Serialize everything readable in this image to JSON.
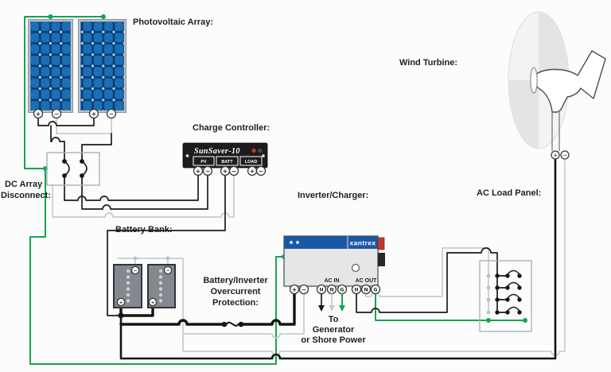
{
  "labels": {
    "pv_array": "Photovoltaic Array:",
    "charge_controller": "Charge Controller:",
    "dc_disconnect_1": "DC Array",
    "dc_disconnect_2": "Disconnect:",
    "battery_bank": "Battery Bank:",
    "protection_1": "Battery/Inverter",
    "protection_2": "Overcurrent",
    "protection_3": "Protection:",
    "inverter_charger": "Inverter/Charger:",
    "wind_turbine": "Wind Turbine:",
    "ac_load_panel": "AC Load Panel:",
    "gen_1": "To",
    "gen_2": "Generator",
    "gen_3": "or Shore Power"
  },
  "controller": {
    "model": "SunSaver-10",
    "ports": [
      "PV",
      "BATT",
      "LOAD"
    ]
  },
  "inverter": {
    "brand": "xantrex",
    "ac_in": "AC IN",
    "ac_out": "AC OUT",
    "ac_terminals": [
      "H",
      "N",
      "G"
    ]
  },
  "sym": {
    "plus": "+",
    "minus": "−"
  },
  "colors": {
    "hot_wire": "#1b1b1b",
    "neutral_wire": "#c6ccd2",
    "ground_wire": "#18a351",
    "panel_cell": "#1a6fb5",
    "panel_grid": "#0b3a70",
    "inverter_band": "#1c57a5",
    "controller_body": "#1d1d1f",
    "led_red": "#c0392b",
    "led_green": "#2e7d32"
  }
}
